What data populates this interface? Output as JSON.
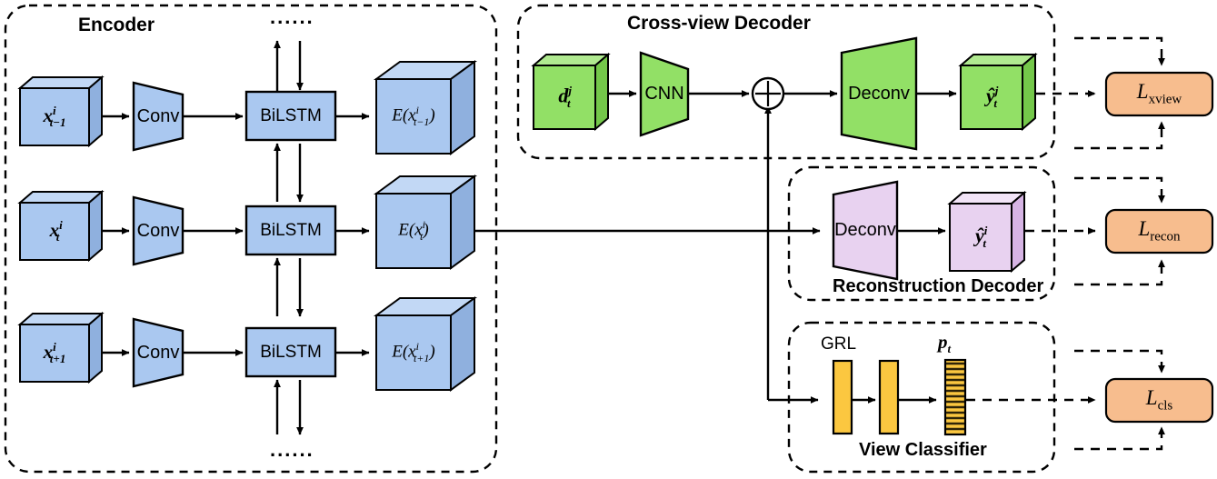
{
  "figure": {
    "type": "diagram",
    "subtype": "neural-network-architecture",
    "background": "#ffffff"
  },
  "colors": {
    "blue_face": "#aac8f0",
    "blue_top": "#c2d8f5",
    "blue_side": "#8fb0de",
    "green_face": "#92e066",
    "green_top": "#b0ea90",
    "green_side": "#74c84a",
    "purple_face": "#e8d2f0",
    "purple_top": "#f2e4f7",
    "purple_side": "#d6b4e4",
    "orange_face": "#f7bd8e",
    "yellow_face": "#fbc740",
    "stripe_dark": "#3a2f10",
    "stroke": "#000000"
  },
  "panels": [
    {
      "id": "encoder",
      "title": "Encoder",
      "title_pos": "top-left"
    },
    {
      "id": "xview",
      "title": "Cross-view Decoder",
      "title_pos": "top-center"
    },
    {
      "id": "recon",
      "title": "Reconstruction Decoder",
      "title_pos": "bottom-center"
    },
    {
      "id": "viewcls",
      "title": "View Classifier",
      "title_pos": "bottom-center"
    }
  ],
  "encoder": {
    "title": "Encoder",
    "ellipsis_top": "......",
    "ellipsis_bottom": "......",
    "rows": [
      {
        "input": "x^i_{t-1}",
        "conv": "Conv",
        "rnn": "BiLSTM",
        "output": "E(x^i_{t-1})"
      },
      {
        "input": "x^i_{t}",
        "conv": "Conv",
        "rnn": "BiLSTM",
        "output": "E(x^i_{t})"
      },
      {
        "input": "x^i_{t+1}",
        "conv": "Conv",
        "rnn": "BiLSTM",
        "output": "E(x^i_{t+1})"
      }
    ]
  },
  "cross_view_decoder": {
    "title": "Cross-view Decoder",
    "input_cube": "d^j_t",
    "cnn": "CNN",
    "sum_symbol": "+",
    "deconv": "Deconv",
    "output_cube": "ŷ^j_t"
  },
  "reconstruction_decoder": {
    "title": "Reconstruction Decoder",
    "deconv": "Deconv",
    "output_cube": "ŷ^i_t"
  },
  "view_classifier": {
    "title": "View Classifier",
    "grl_label": "GRL",
    "prob_label": "p_t",
    "layers": [
      "grl-layer",
      "fc-layer",
      "prob-bar"
    ]
  },
  "losses": [
    {
      "id": "xview",
      "label": "L",
      "sub": "xview"
    },
    {
      "id": "recon",
      "label": "L",
      "sub": "recon"
    },
    {
      "id": "cls",
      "label": "L",
      "sub": "cls"
    }
  ]
}
